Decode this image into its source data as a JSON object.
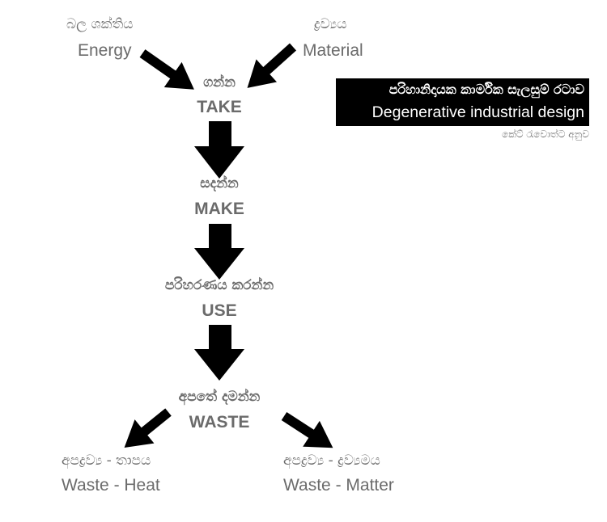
{
  "title": {
    "sinhala": "පරිහානිදායක කාර්මික සැලසුම් රටාව",
    "english": "Degenerative industrial design",
    "credit": "කේට් රැවොත්ට අනුව"
  },
  "inputs": [
    {
      "sinhala": "බල ශක්තිය",
      "english": "Energy",
      "icon": "arrow-down-right-icon"
    },
    {
      "sinhala": "ද්‍රව්‍යය",
      "english": "Material",
      "icon": "arrow-down-left-icon"
    }
  ],
  "steps": [
    {
      "sinhala": "ගන්න",
      "english": "TAKE"
    },
    {
      "sinhala": "සදන්න",
      "english": "MAKE"
    },
    {
      "sinhala": "පරිහරණය කරන්න",
      "english": "USE"
    },
    {
      "sinhala": "අපතේ දමන්න",
      "english": "WASTE"
    }
  ],
  "outputs": [
    {
      "sinhala": "අපද්‍රව්‍ය - තාපය",
      "english": "Waste - Heat",
      "icon": "arrow-down-left-icon"
    },
    {
      "sinhala": "අපද්‍රව්‍ය - ද්‍රව්‍යමය",
      "english": "Waste - Matter",
      "icon": "arrow-down-right-icon"
    }
  ],
  "colors": {
    "text": "#6b6b6b",
    "arrow": "#000000",
    "title_bg": "#000000",
    "title_text": "#ffffff"
  }
}
